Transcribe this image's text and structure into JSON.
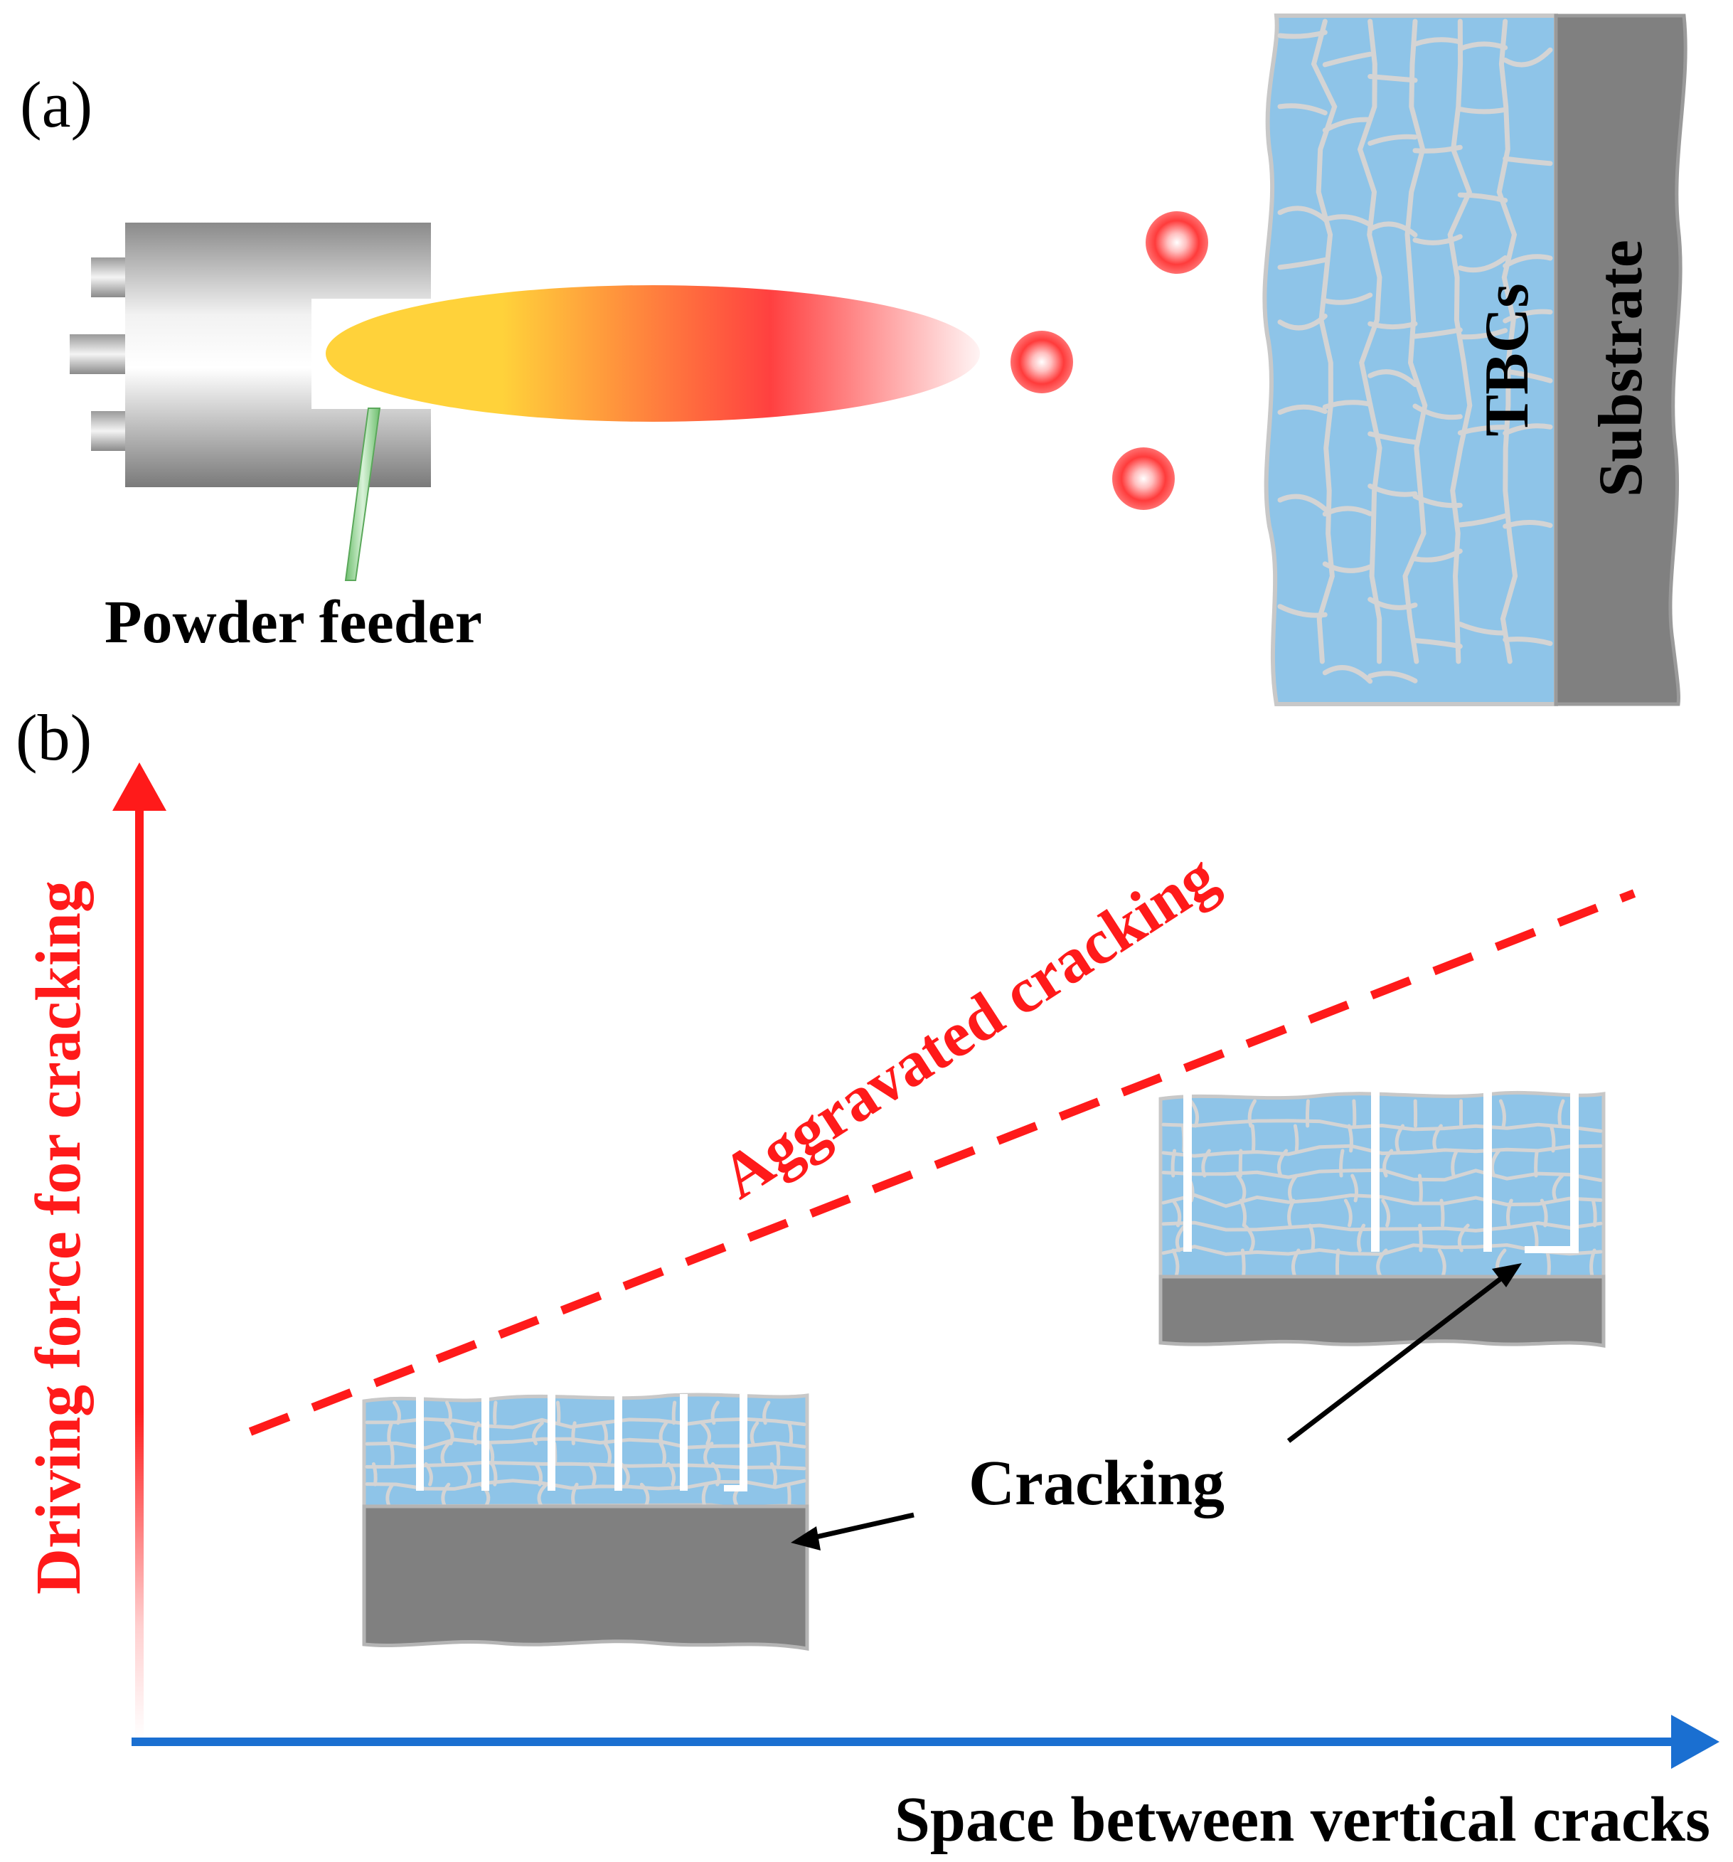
{
  "panel_a": {
    "label": "(a)",
    "powder_feeder_label": "Powder feeder",
    "tbc_label": "TBCs",
    "substrate_label": "Substrate"
  },
  "panel_b": {
    "label": "(b)",
    "y_axis_label": "Driving force for cracking",
    "x_axis_label": "Space between vertical cracks",
    "trend_label": "Aggravated cracking",
    "cracking_label": "Cracking"
  },
  "colors": {
    "coating": "#8ec4e8",
    "grain_border": "#c8c8c8",
    "substrate": "#808080",
    "trend_line": "#ff1a1a",
    "y_axis": "#ff1a1a",
    "x_axis": "#1a6fd1",
    "plasma_start": "#ffd23a",
    "plasma_mid": "#ff4040",
    "particle": "#ff3b3b",
    "feeder_tube": "#8fd08f"
  }
}
